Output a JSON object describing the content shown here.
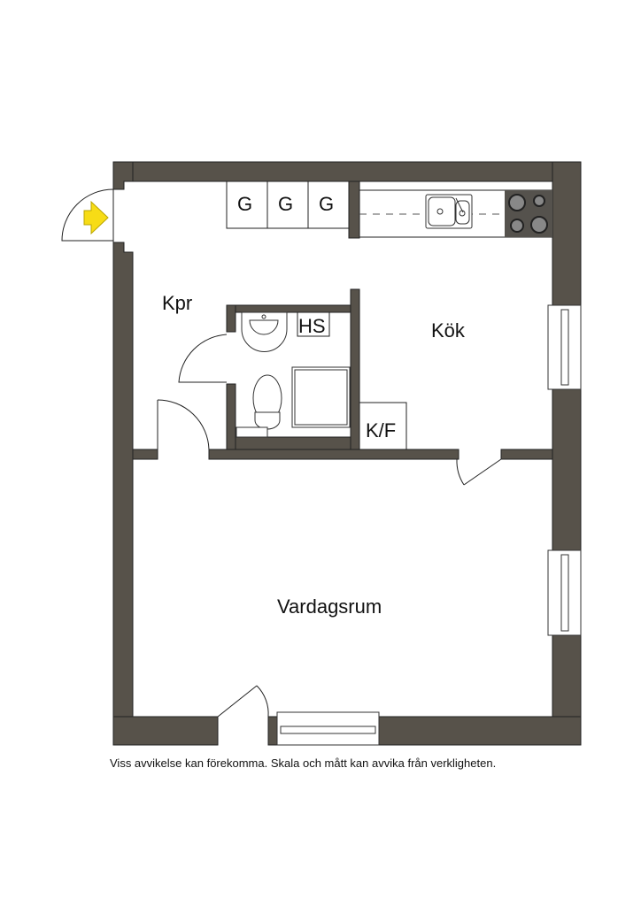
{
  "plan": {
    "colors": {
      "wall": "#57524a",
      "stove": "#55524d",
      "entry_arrow": "#f7dc16",
      "line": "#222222"
    },
    "rooms": [
      {
        "id": "hall",
        "label": "Kpr"
      },
      {
        "id": "kitchen",
        "label": "Kök"
      },
      {
        "id": "living",
        "label": "Vardagsrum"
      }
    ],
    "fixtures": {
      "wardrobes": [
        "G",
        "G",
        "G"
      ],
      "linen_cabinet": "HS",
      "fridge_freezer": "K/F"
    }
  },
  "disclaimer": "Viss avvikelse kan förekomma. Skala och mått kan avvika från verkligheten."
}
